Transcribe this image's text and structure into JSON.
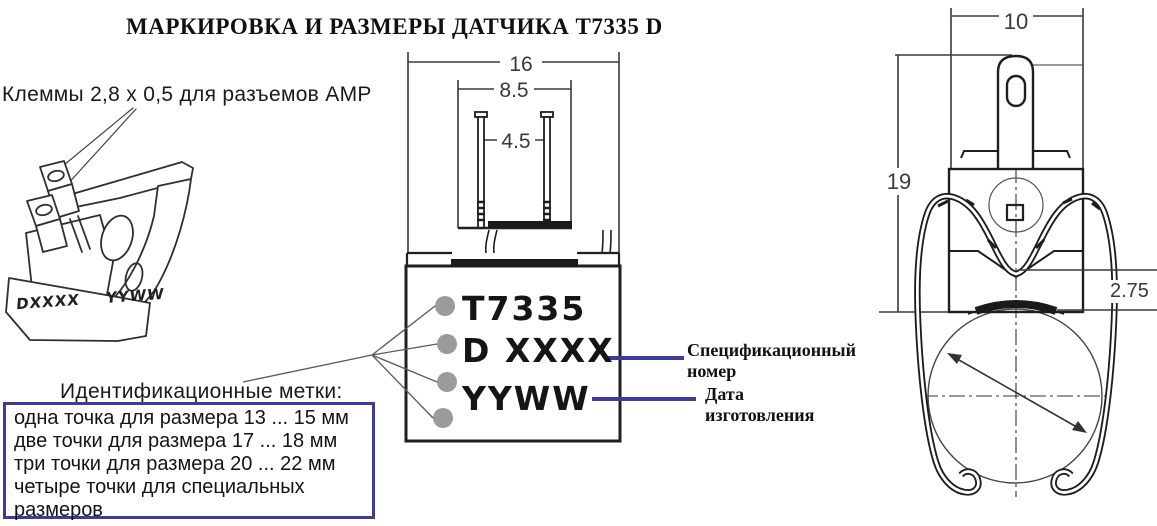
{
  "title": "МАРКИРОВКА И РАЗМЕРЫ ДАТЧИКА Т7335 D",
  "left_panel": {
    "terminals_label": "Клеммы 2,8 х 0,5 для разъемов AMP",
    "iso_marking": {
      "spec": "DXXXX",
      "date": "YYWW"
    },
    "id_marks_heading": "Идентификационные метки:",
    "id_marks_box_lines": [
      "одна точка для размера 13 ... 15 мм",
      "две точки для размера 17 ... 18 мм",
      "три точки для размера 20 ... 22 мм",
      "четыре точки для специальных",
      "размеров"
    ]
  },
  "front_view": {
    "dims": {
      "overall_width": "16",
      "base_width": "8.5",
      "pin_spacing": "4.5"
    },
    "marking_lines": [
      "T7335",
      "D XXXX",
      "YYWW"
    ],
    "callouts": {
      "spec_number": "Спецификационный номер",
      "manufacture_date": "Дата изготовления"
    }
  },
  "side_view": {
    "dims": {
      "width": "10",
      "height": "19",
      "clearance": "2.75"
    }
  },
  "colors": {
    "accent_blue": "#3c3c9c",
    "dot_gray": "#9b9b9b"
  }
}
